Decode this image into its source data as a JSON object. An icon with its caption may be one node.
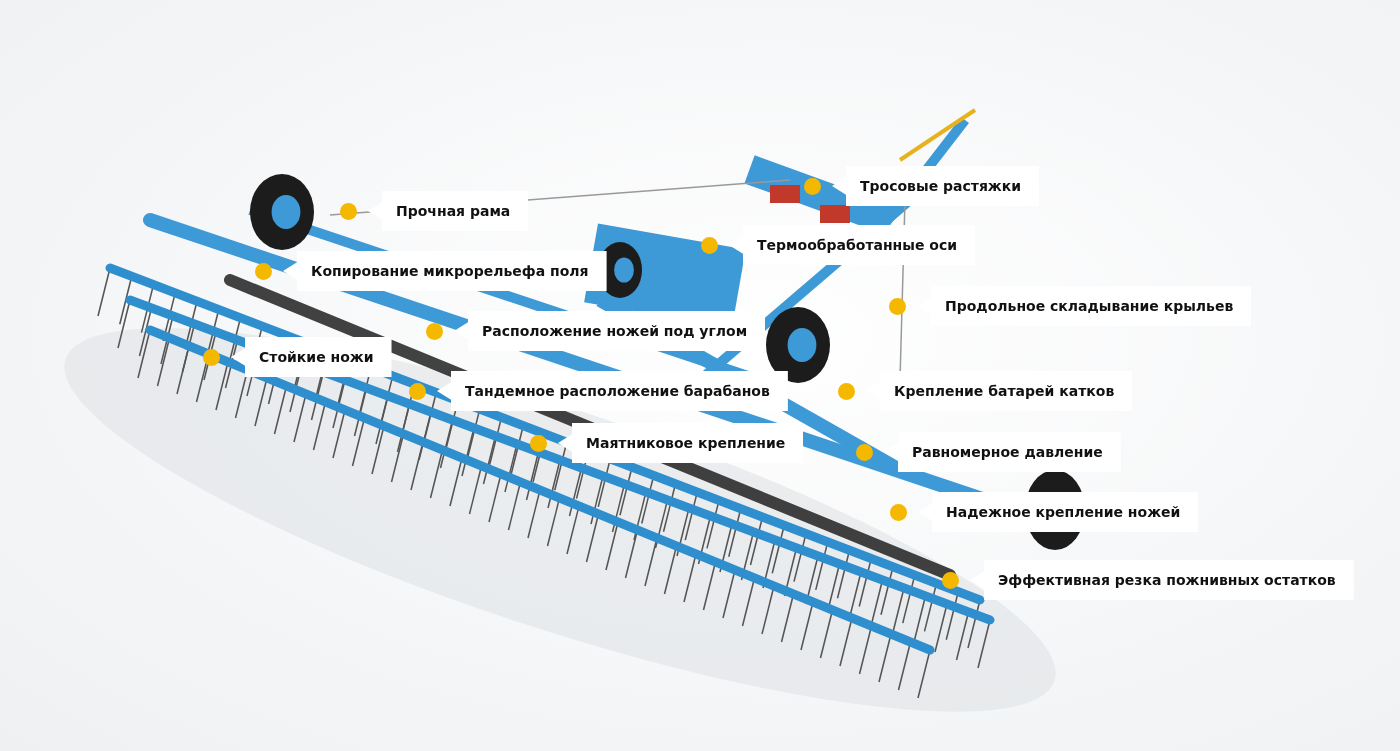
{
  "diagram": {
    "nodes": [
      {
        "text": [
          "Тросовые растяжки"
        ]
      },
      {
        "text": [
          "Прочная рама"
        ]
      },
      {
        "text": [
          "Термообработанные оси"
        ]
      },
      {
        "text": [
          "Копирование микрорельефа поля"
        ]
      },
      {
        "text": [
          "Продольное складывание крыльев"
        ]
      },
      {
        "text": [
          "Расположение ножей под углом"
        ]
      },
      {
        "text": [
          "Стойкие ножи"
        ]
      },
      {
        "text": [
          "Тандемное расположение барабанов"
        ]
      },
      {
        "text": [
          "Крепление батарей катков"
        ]
      },
      {
        "text": [
          "Маятниковое крепление"
        ]
      },
      {
        "text": [
          "Равномерное давление"
        ]
      },
      {
        "text": [
          "Надежное крепление ножей"
        ]
      },
      {
        "text": [
          "Эффективная резка пожнивных остатков"
        ]
      }
    ]
  }
}
